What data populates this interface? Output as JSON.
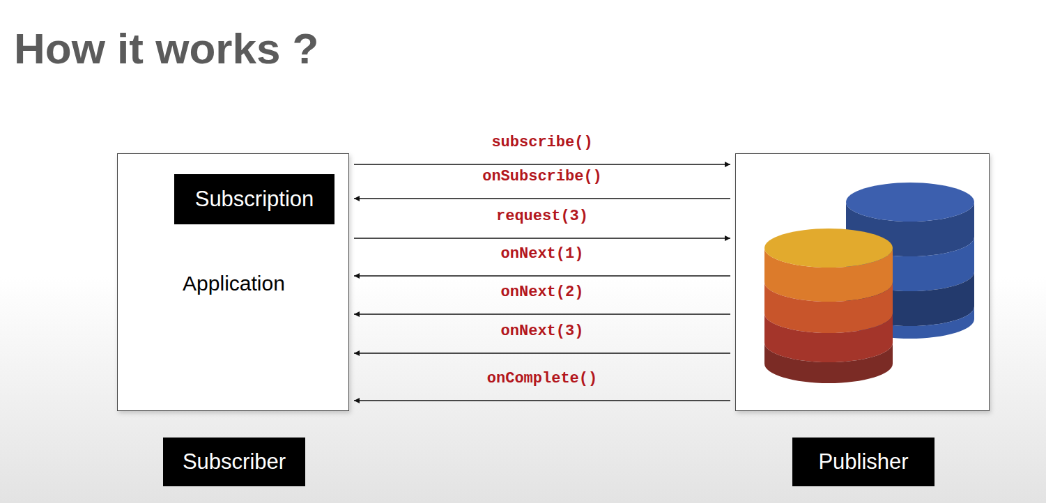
{
  "diagram": {
    "title": "How it works ?",
    "nodes": [
      {
        "text": [
          "Application",
          "Subscriber"
        ]
      },
      {
        "text": [
          "Subscription"
        ],
        "in": 0
      },
      {
        "text": [
          "Publisher"
        ]
      }
    ],
    "edges": [
      {
        "from": 0,
        "to": 2,
        "arrow": "to",
        "label": "subscribe()"
      },
      {
        "from": 2,
        "to": 0,
        "arrow": "to",
        "label": "onSubscribe()"
      },
      {
        "from": 0,
        "to": 2,
        "arrow": "to",
        "label": "request(3)"
      },
      {
        "from": 2,
        "to": 0,
        "arrow": "to",
        "label": "onNext(1)"
      },
      {
        "from": 2,
        "to": 0,
        "arrow": "to",
        "label": "onNext(2)"
      },
      {
        "from": 2,
        "to": 0,
        "arrow": "to",
        "label": "onNext(3)"
      },
      {
        "from": 2,
        "to": 0,
        "arrow": "to",
        "label": "onComplete()"
      }
    ]
  }
}
